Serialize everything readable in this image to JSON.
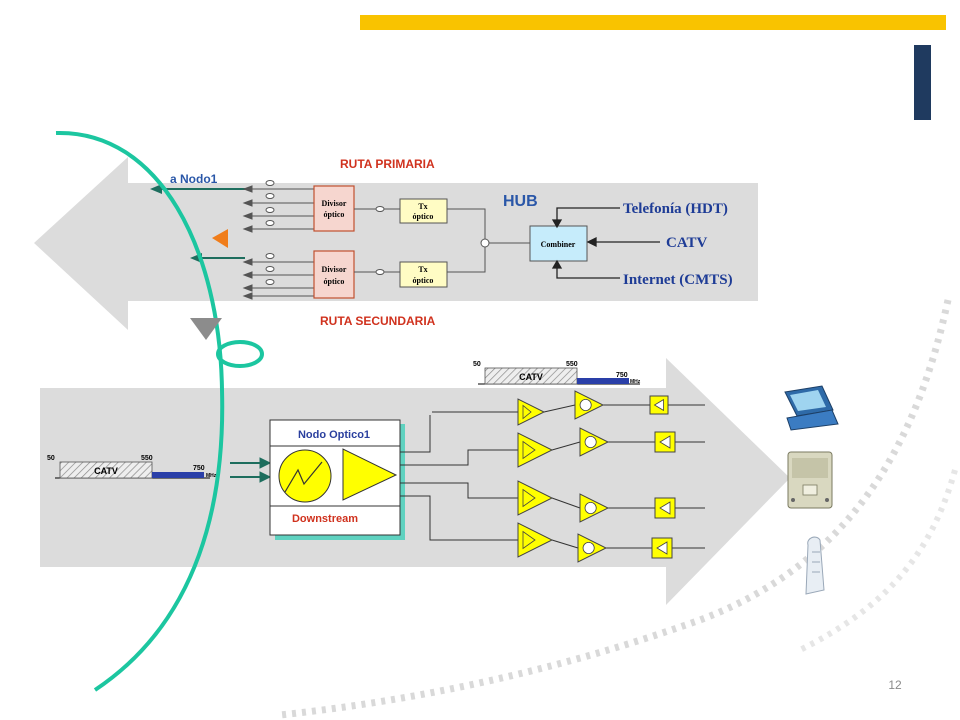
{
  "slide": {
    "page_number": "12"
  },
  "colors": {
    "accent_bar": "#f9c300",
    "side_bar": "#1f3a5f",
    "fiber": "#1cc6a0",
    "band_arrow": "#dcdcdc",
    "amplifier": "#ffff00",
    "combiner": "#c6ecfb",
    "divisor": "#f6d6cf",
    "tx": "#fffcc4"
  },
  "top_panel": {
    "route_primary": "RUTA PRIMARIA",
    "route_secondary": "RUTA SECUNDARIA",
    "to_node": "a Nodo1",
    "hub": "HUB",
    "divisor_top": [
      "Divisor",
      "óptico"
    ],
    "divisor_bottom": [
      "Divisor",
      "óptico"
    ],
    "tx_top": [
      "Tx",
      "óptico"
    ],
    "tx_bottom": [
      "Tx",
      "óptico"
    ],
    "combiner": "Combiner",
    "sources": [
      "Telefonía (HDT)",
      "CATV",
      "Internet (CMTS)"
    ]
  },
  "spectrum_left": {
    "start": "50",
    "mid": "550",
    "end": "750",
    "band": "CATV",
    "unit": "MHz"
  },
  "spectrum_right": {
    "start": "50",
    "mid": "550",
    "end": "750",
    "band": "CATV",
    "unit": "MHz"
  },
  "node": {
    "title": "Nodo Optico1",
    "mode": "Downstream"
  },
  "end_devices": [
    "computer-icon",
    "set-top-box-icon",
    "cable-modem-icon"
  ]
}
